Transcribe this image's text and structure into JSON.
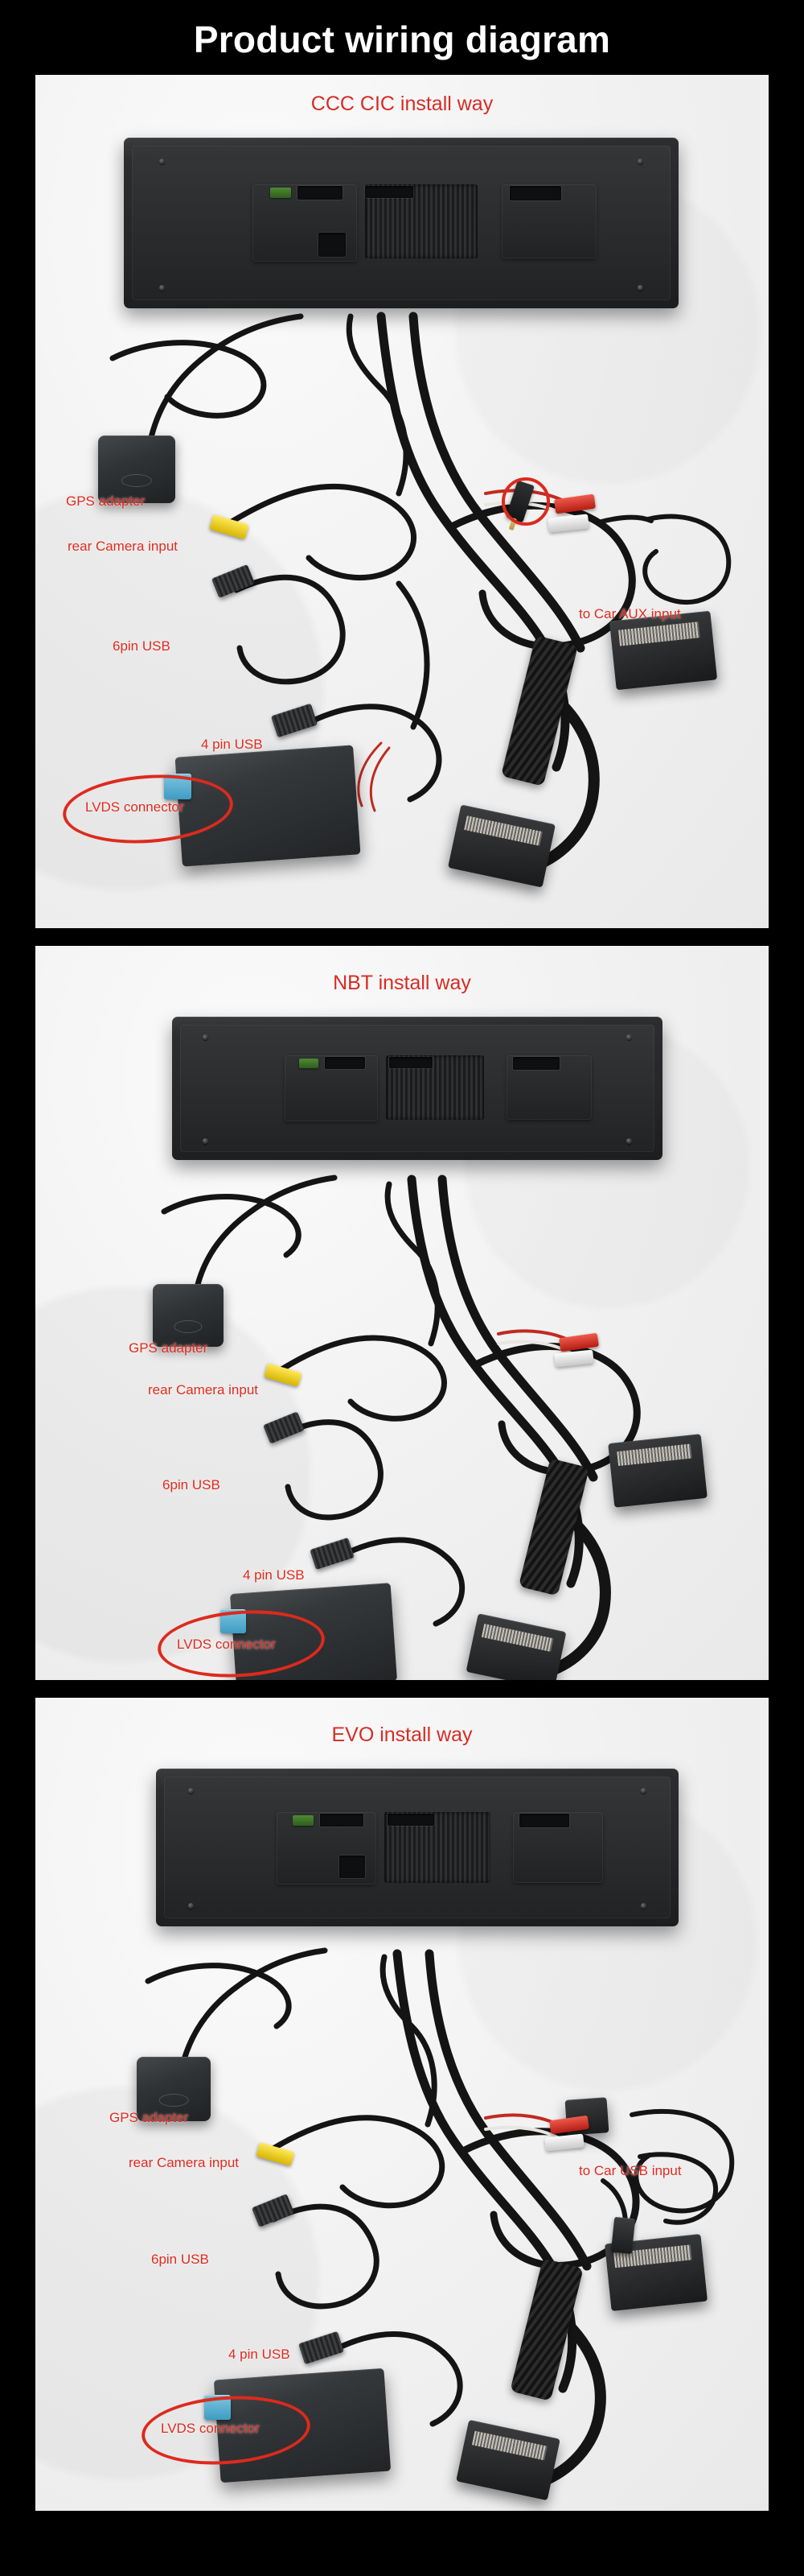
{
  "page": {
    "title": "Product wiring diagram",
    "background_color": "#000000",
    "title_color": "#ffffff",
    "annotation_color": "#e02a1e",
    "panel_background": "#fdfdfd"
  },
  "panels": [
    {
      "id": "ccc-cic",
      "heading": "CCC CIC install way",
      "labels": [
        {
          "name": "gps-adapter",
          "text": "GPS adapter"
        },
        {
          "name": "rear-camera-input",
          "text": "rear Camera input"
        },
        {
          "name": "6pin-usb",
          "text": "6pin USB"
        },
        {
          "name": "4pin-usb",
          "text": "4 pin USB"
        },
        {
          "name": "car-aux-input",
          "text": "to Car AUX input"
        },
        {
          "name": "lvds-connector",
          "text": "LVDS connector"
        }
      ],
      "highlights": [
        "lvds-connector-ellipse",
        "aux-jack-circle"
      ]
    },
    {
      "id": "nbt",
      "heading": "NBT install way",
      "labels": [
        {
          "name": "gps-adapter",
          "text": "GPS adapter"
        },
        {
          "name": "rear-camera-input",
          "text": "rear Camera input"
        },
        {
          "name": "6pin-usb",
          "text": "6pin USB"
        },
        {
          "name": "4pin-usb",
          "text": "4 pin USB"
        },
        {
          "name": "lvds-connector",
          "text": "LVDS connector"
        }
      ],
      "highlights": [
        "lvds-connector-ellipse"
      ]
    },
    {
      "id": "evo",
      "heading": "EVO install way",
      "labels": [
        {
          "name": "gps-adapter",
          "text": "GPS adapter"
        },
        {
          "name": "rear-camera-input",
          "text": "rear Camera input"
        },
        {
          "name": "6pin-usb",
          "text": "6pin USB"
        },
        {
          "name": "4pin-usb",
          "text": "4 pin USB"
        },
        {
          "name": "car-usb-input",
          "text": "to Car USB input"
        },
        {
          "name": "lvds-connector",
          "text": "LVDS connector"
        }
      ],
      "highlights": [
        "lvds-connector-ellipse"
      ]
    }
  ]
}
